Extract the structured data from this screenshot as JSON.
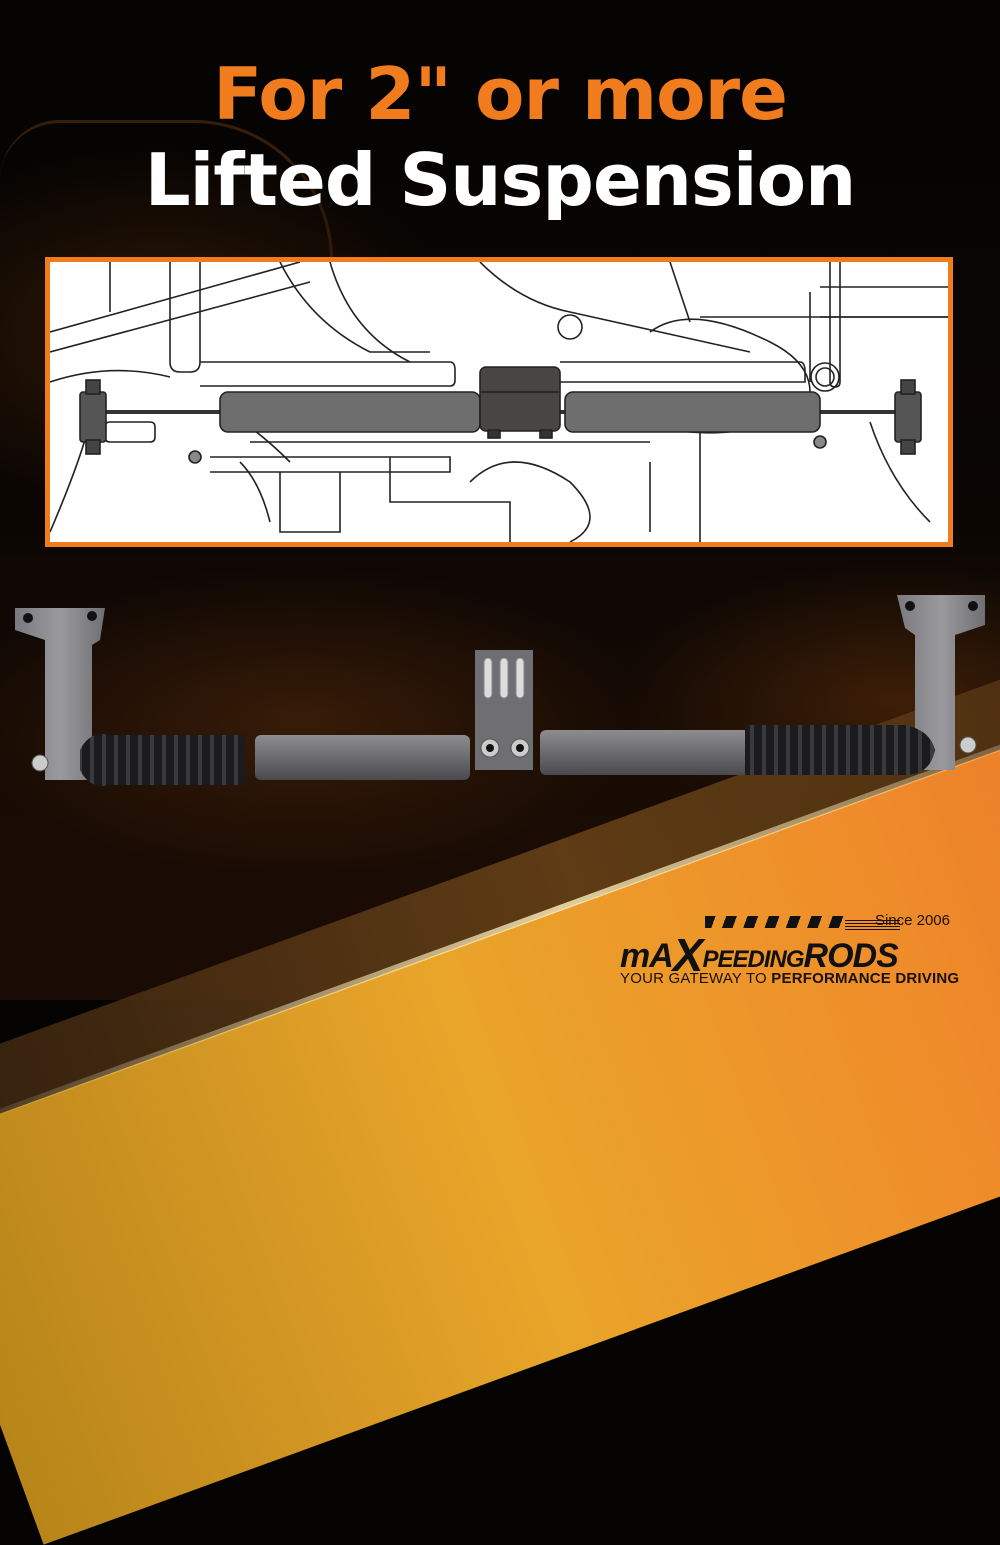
{
  "headline": {
    "line1": "For 2\" or more",
    "line2": "Lifted Suspension"
  },
  "colors": {
    "accent_orange": "#f07c1e",
    "headline_white": "#ffffff",
    "background_dark": "#050302",
    "diagram_border": "#f07c1e",
    "stabilizer_gray": "#6e6e6e"
  },
  "diagram": {
    "description": "Line-art installation illustration of dual steering stabilizer mounted on front axle",
    "components": [
      "tie-rod-clamp-left",
      "stabilizer-cylinder-left",
      "center-mount-bracket",
      "stabilizer-cylinder-right",
      "tie-rod-clamp-right"
    ]
  },
  "product": {
    "description": "Dual steering stabilizer kit with two shocks, center U-bolt bracket and two end brackets",
    "parts": [
      "left-bracket",
      "left-shock-boot",
      "left-shock-body",
      "center-bracket-u-bolts",
      "right-shock-body",
      "right-shock-boot",
      "right-bracket"
    ]
  },
  "logo": {
    "since": "Since 2006",
    "brand_prefix": "mA",
    "brand_x": "X",
    "brand_mid": "PEEDING",
    "brand_suffix": "RODS",
    "tagline_regular": "YOUR GATEWAY TO ",
    "tagline_bold": "PERFORMANCE DRIVING"
  }
}
